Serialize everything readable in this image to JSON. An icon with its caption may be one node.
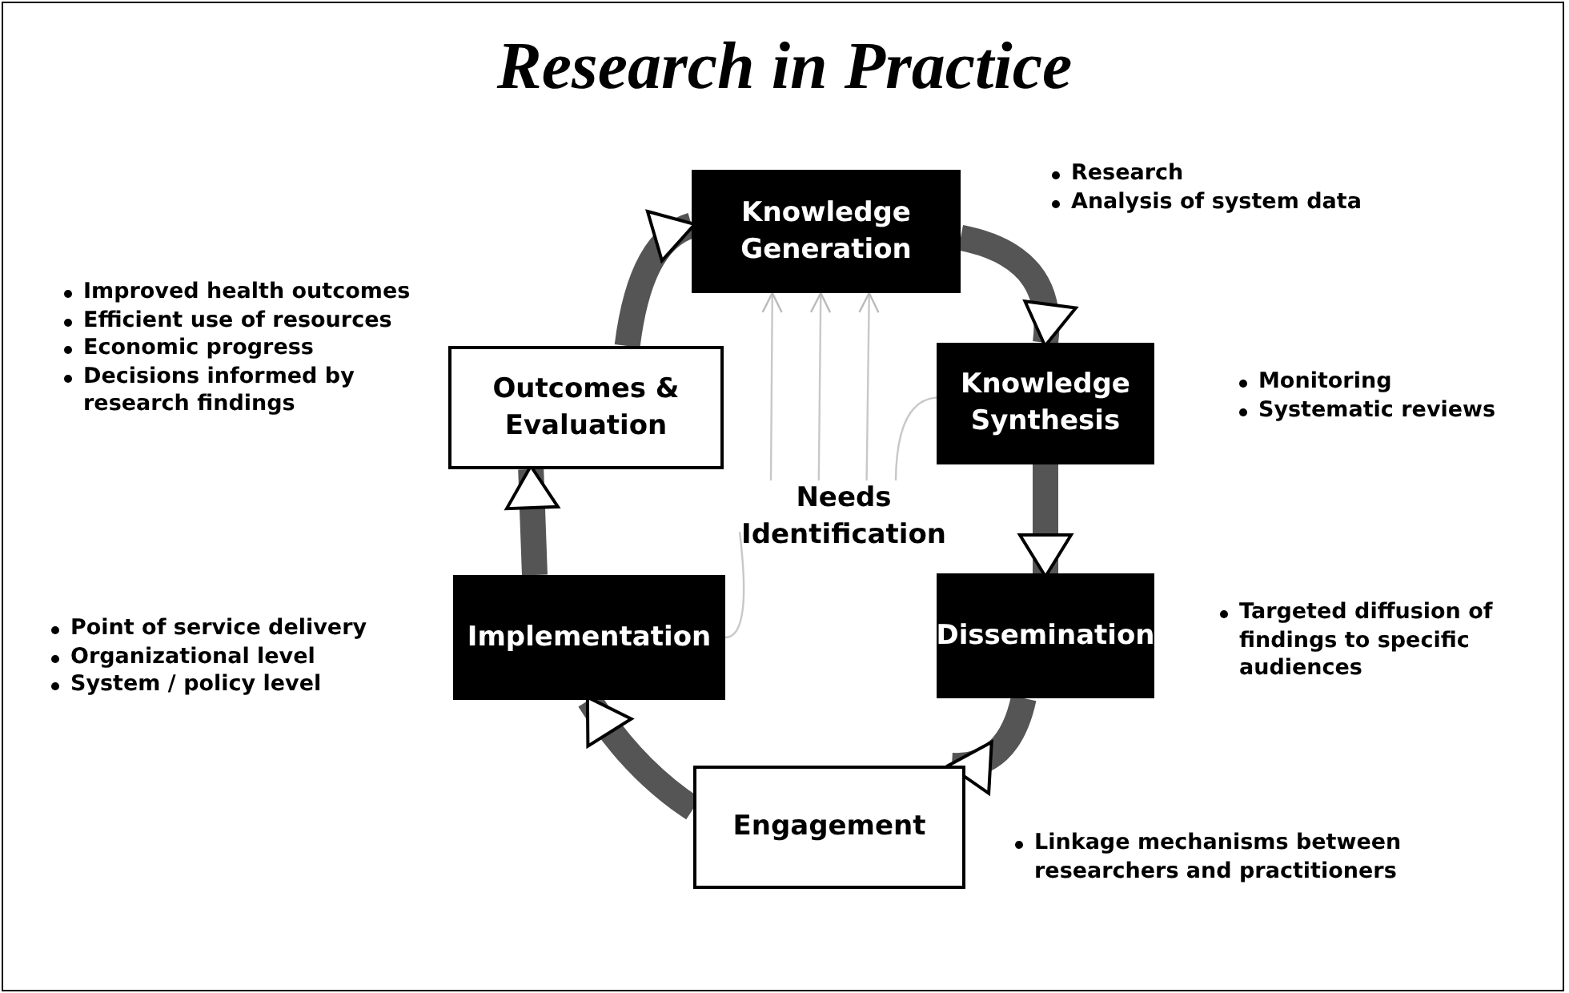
{
  "diagram": {
    "title": "Research in Practice",
    "nodes": [
      {
        "text": [
          "Knowledge Generation"
        ],
        "beside": [
          "Research",
          "Analysis of system data"
        ]
      },
      {
        "text": [
          "Knowledge Synthesis"
        ],
        "beside": [
          "Monitoring",
          "Systematic reviews"
        ]
      },
      {
        "text": [
          "Dissemination"
        ],
        "beside": [
          "Targeted diffusion of findings to specific audiences"
        ]
      },
      {
        "text": [
          "Engagement"
        ],
        "beside": [
          "Linkage  mechanisms between researchers and practitioners"
        ]
      },
      {
        "text": [
          "Implementation"
        ],
        "beside": [
          "Point of service delivery",
          "Organizational level",
          "System / policy level"
        ]
      },
      {
        "text": [
          "Outcomes & Evaluation"
        ],
        "beside": [
          "Improved health outcomes",
          "Efficient use of resources",
          "Economic progress",
          "Decisions informed by research findings"
        ]
      },
      {
        "text": [
          "Needs Identification"
        ]
      }
    ],
    "edges": [
      {
        "from": 0,
        "to": 1,
        "arrow": "to"
      },
      {
        "from": 1,
        "to": 2,
        "arrow": "to"
      },
      {
        "from": 2,
        "to": 3,
        "arrow": "to"
      },
      {
        "from": 3,
        "to": 4,
        "arrow": "to"
      },
      {
        "from": 4,
        "to": 5,
        "arrow": "to"
      },
      {
        "from": 5,
        "to": 0,
        "arrow": "to"
      },
      {
        "from": 6,
        "to": 0,
        "arrow": "to",
        "color": "#c8c8c8"
      },
      {
        "from": 6,
        "to": 0,
        "arrow": "to",
        "color": "#c8c8c8"
      },
      {
        "from": 6,
        "to": 0,
        "arrow": "to",
        "color": "#c8c8c8"
      },
      {
        "from": 6,
        "to": 1,
        "arrow": "none",
        "color": "#c8c8c8"
      },
      {
        "from": 6,
        "to": 4,
        "arrow": "none",
        "color": "#c8c8c8"
      }
    ]
  }
}
